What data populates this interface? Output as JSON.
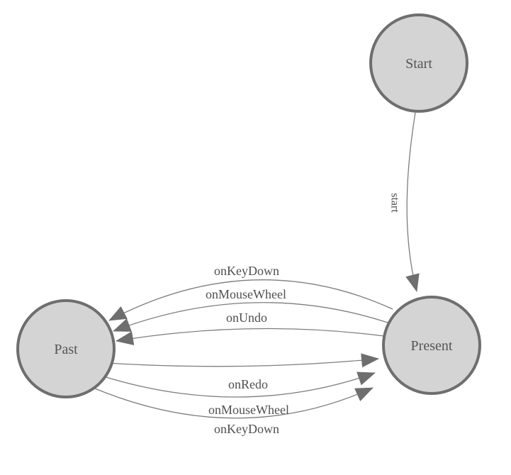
{
  "diagram": {
    "type": "state-diagram",
    "background": "#ffffff",
    "colors": {
      "node_fill": "#d4d4d4",
      "node_border": "#6e6e6e",
      "edge_line": "#7d7d7d",
      "arrowhead": "#6e6e6e",
      "label_text": "#4f4f4f"
    },
    "nodes": [
      {
        "id": "start",
        "label": "Start"
      },
      {
        "id": "present",
        "label": "Present"
      },
      {
        "id": "past",
        "label": "Past"
      }
    ],
    "edges": [
      {
        "id": "start-to-present",
        "from": "Start",
        "to": "Present",
        "label": "start"
      },
      {
        "id": "present-to-past-onKeyDown",
        "from": "Present",
        "to": "Past",
        "label": "onKeyDown"
      },
      {
        "id": "present-to-past-onMouseWheel",
        "from": "Present",
        "to": "Past",
        "label": "onMouseWheel"
      },
      {
        "id": "present-to-past-onUndo",
        "from": "Present",
        "to": "Past",
        "label": "onUndo"
      },
      {
        "id": "past-to-present-onRedo",
        "from": "Past",
        "to": "Present",
        "label": "onRedo"
      },
      {
        "id": "past-to-present-onMouseWheel",
        "from": "Past",
        "to": "Present",
        "label": "onMouseWheel"
      },
      {
        "id": "past-to-present-onKeyDown",
        "from": "Past",
        "to": "Present",
        "label": "onKeyDown"
      }
    ]
  }
}
